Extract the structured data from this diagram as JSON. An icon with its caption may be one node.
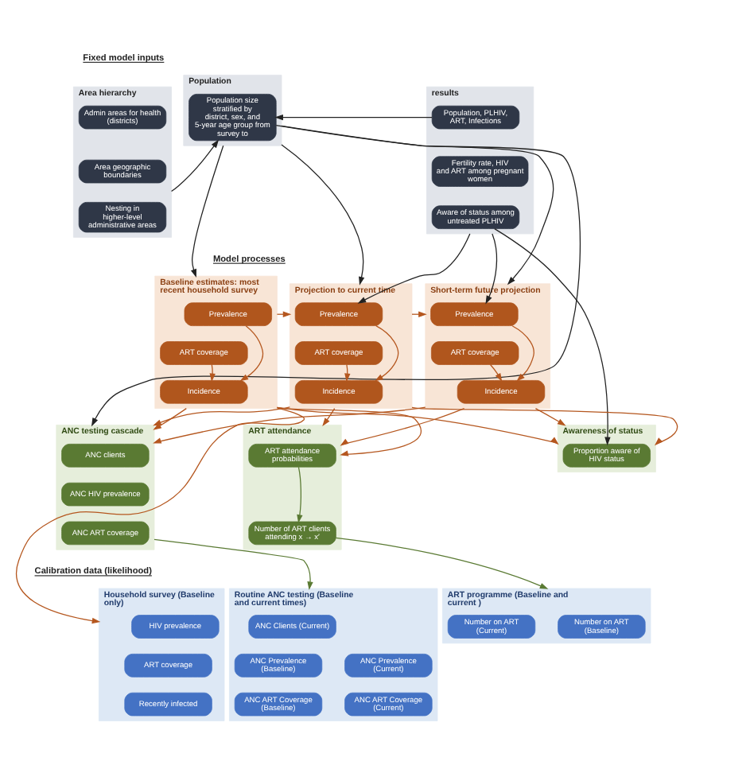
{
  "diagram": {
    "nodes": [
      {
        "text": [
          "Area hierarchy"
        ]
      },
      {
        "text": [
          "Admin areas for health (districts)"
        ],
        "in": 0
      },
      {
        "text": [
          "Area geographic boundaries"
        ],
        "in": 0
      },
      {
        "text": [
          "Nesting in higher-level administrative areas"
        ],
        "in": 0
      },
      {
        "text": [
          "Population"
        ]
      },
      {
        "text": [
          "Population size stratified by district, sex, and 5-year age group from survey to"
        ],
        "in": 4
      },
      {
        "text": [
          "results"
        ]
      },
      {
        "text": [
          "Population, PLHIV, ART, Infections"
        ],
        "in": 6
      },
      {
        "text": [
          "Fertility rate, HIV and ART among pregnant women"
        ],
        "in": 6
      },
      {
        "text": [
          "Aware of status among untreated PLHIV"
        ],
        "in": 6
      },
      {
        "text": [
          "Baseline estimates: most recent household survey"
        ]
      },
      {
        "text": [
          "Prevalence"
        ],
        "in": 10
      },
      {
        "text": [
          "ART coverage"
        ],
        "in": 10
      },
      {
        "text": [
          "Incidence"
        ],
        "in": 10
      },
      {
        "text": [
          "Projection to current time"
        ]
      },
      {
        "text": [
          "Prevalence"
        ],
        "in": 14
      },
      {
        "text": [
          "ART coverage"
        ],
        "in": 14
      },
      {
        "text": [
          "Incidence"
        ],
        "in": 14
      },
      {
        "text": [
          "Short-term future projection"
        ]
      },
      {
        "text": [
          "Prevalence"
        ],
        "in": 18
      },
      {
        "text": [
          "ART coverage"
        ],
        "in": 18
      },
      {
        "text": [
          "Incidence"
        ],
        "in": 18
      },
      {
        "text": [
          "ANC testing cascade"
        ]
      },
      {
        "text": [
          "ANC clients"
        ],
        "in": 22
      },
      {
        "text": [
          "ANC HIV prevalence"
        ],
        "in": 22
      },
      {
        "text": [
          "ANC ART coverage"
        ],
        "in": 22
      },
      {
        "text": [
          "ART attendance"
        ]
      },
      {
        "text": [
          "ART attendance probabilities"
        ],
        "in": 26
      },
      {
        "text": [
          "Number of ART clients attending x → x′"
        ],
        "in": 26
      },
      {
        "text": [
          "Awareness of status"
        ]
      },
      {
        "text": [
          "Proportion aware of HIV status"
        ],
        "in": 29
      },
      {
        "text": [
          "Household survey (Baseline only)"
        ]
      },
      {
        "text": [
          "HIV prevalence"
        ],
        "in": 31
      },
      {
        "text": [
          "ART coverage"
        ],
        "in": 31
      },
      {
        "text": [
          "Recently infected"
        ],
        "in": 31
      },
      {
        "text": [
          "Routine ANC testing (Baseline and current times)"
        ]
      },
      {
        "text": [
          "ANC Clients (Current)"
        ],
        "in": 35
      },
      {
        "text": [
          "ANC Prevalence (Baseline)"
        ],
        "in": 35
      },
      {
        "text": [
          "ANC Prevalence (Current)"
        ],
        "in": 35
      },
      {
        "text": [
          "ANC ART Coverage (Baseline)"
        ],
        "in": 35
      },
      {
        "text": [
          "ANC ART Coverage (Current)"
        ],
        "in": 35
      },
      {
        "text": [
          "ART programme (Baseline and current )"
        ]
      },
      {
        "text": [
          "Number on ART (Baseline)"
        ],
        "in": 41
      },
      {
        "text": [
          "Number on ART (Current)"
        ],
        "in": 41
      }
    ],
    "edges": [
      {
        "from": 0,
        "to": 5,
        "arrow": "to",
        "color": "#222222"
      },
      {
        "from": 7,
        "to": 5,
        "arrow": "to",
        "color": "#222222"
      },
      {
        "from": 4,
        "to": 10,
        "arrow": "to",
        "color": "#222222"
      },
      {
        "from": 4,
        "to": 14,
        "arrow": "to",
        "color": "#222222"
      },
      {
        "from": 4,
        "to": 18,
        "arrow": "to",
        "color": "#222222"
      },
      {
        "from": 6,
        "to": 15,
        "arrow": "to",
        "color": "#222222"
      },
      {
        "from": 6,
        "to": 19,
        "arrow": "to",
        "color": "#222222"
      },
      {
        "from": 5,
        "to": 22,
        "arrow": "to",
        "color": "#222222"
      },
      {
        "from": 9,
        "to": 30,
        "arrow": "to",
        "color": "#222222"
      },
      {
        "from": 11,
        "to": 13,
        "arrow": "to"
      },
      {
        "from": 12,
        "to": 13,
        "arrow": "to"
      },
      {
        "from": 15,
        "to": 17,
        "arrow": "to"
      },
      {
        "from": 16,
        "to": 17,
        "arrow": "to"
      },
      {
        "from": 19,
        "to": 21,
        "arrow": "to"
      },
      {
        "from": 20,
        "to": 21,
        "arrow": "to"
      },
      {
        "from": 10,
        "to": 14,
        "arrow": "to"
      },
      {
        "from": 14,
        "to": 18,
        "arrow": "to"
      },
      {
        "from": 10,
        "to": 22,
        "arrow": "to"
      },
      {
        "from": 10,
        "to": 26,
        "arrow": "to"
      },
      {
        "from": 10,
        "to": 29,
        "arrow": "to"
      },
      {
        "from": 14,
        "to": 22,
        "arrow": "to"
      },
      {
        "from": 14,
        "to": 26,
        "arrow": "to"
      },
      {
        "from": 14,
        "to": 29,
        "arrow": "to"
      },
      {
        "from": 18,
        "to": 22,
        "arrow": "to"
      },
      {
        "from": 18,
        "to": 26,
        "arrow": "to"
      },
      {
        "from": 18,
        "to": 29,
        "arrow": "to"
      },
      {
        "from": 10,
        "to": 31,
        "arrow": "to"
      },
      {
        "from": 27,
        "to": 28,
        "arrow": "to",
        "color": "#5a7a33"
      },
      {
        "from": 22,
        "to": 35,
        "arrow": "to",
        "color": "#5a7a33"
      },
      {
        "from": 28,
        "to": 41,
        "arrow": "to",
        "color": "#5a7a33"
      }
    ],
    "labels": [
      "Fixed model inputs",
      "Model processes",
      "Calibration data (likelihood)"
    ]
  }
}
